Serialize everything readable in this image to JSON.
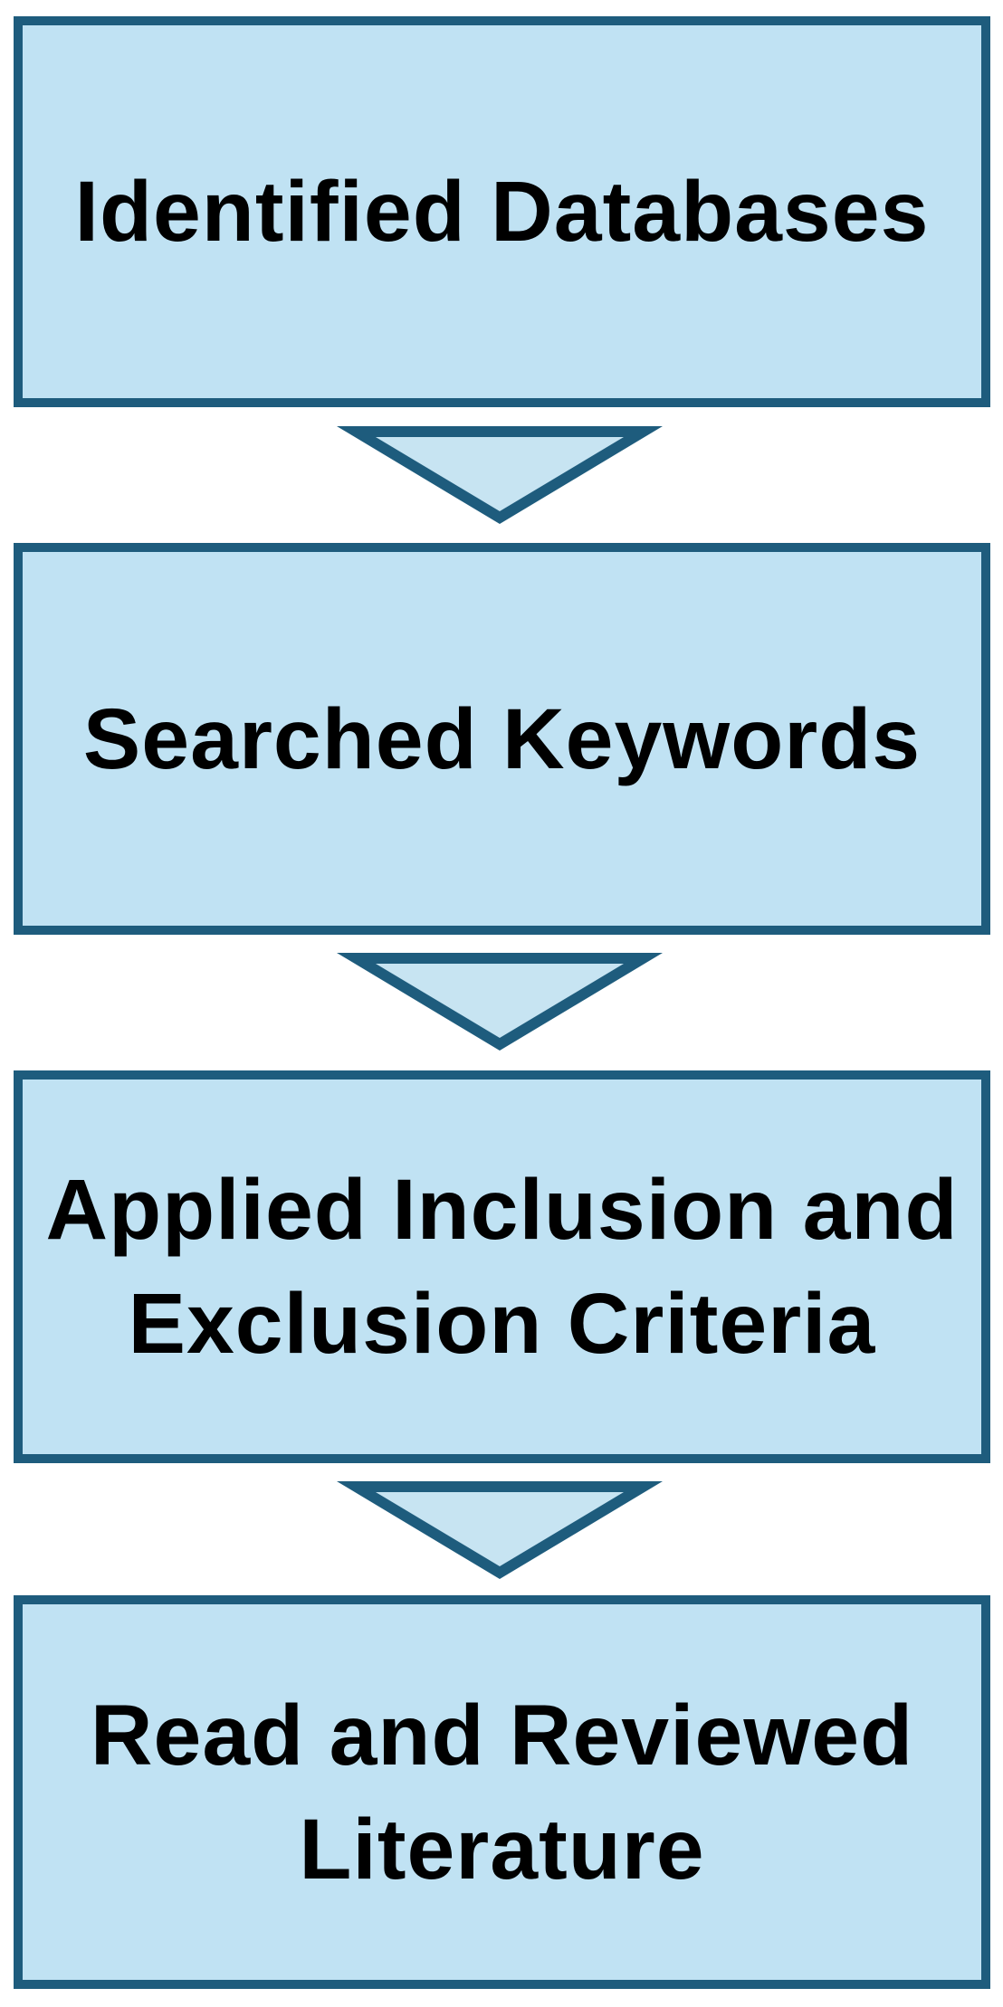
{
  "diagram": {
    "type": "flowchart",
    "direction": "top-down",
    "steps": [
      {
        "label": "Identified Databases"
      },
      {
        "label": "Searched Keywords"
      },
      {
        "label": "Applied Inclusion and Exclusion Criteria"
      },
      {
        "label": "Read and Reviewed Literature"
      }
    ],
    "connectors": [
      {
        "from": 0,
        "to": 1,
        "shape": "down-triangle"
      },
      {
        "from": 1,
        "to": 2,
        "shape": "down-triangle"
      },
      {
        "from": 2,
        "to": 3,
        "shape": "down-triangle"
      }
    ],
    "colors": {
      "box_fill": "#C0E2F3",
      "box_border": "#1E5C7D",
      "arrow_fill": "#C7E4F2",
      "arrow_border": "#1E5C7D",
      "text": "#000000",
      "background": "#FFFFFF"
    }
  }
}
